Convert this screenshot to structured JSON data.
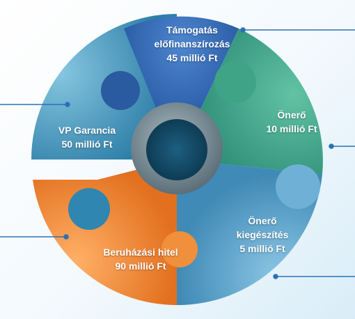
{
  "segments": [
    {
      "id": "tamogatas",
      "line1": "Támogatás",
      "line2": "előfinanszírozás",
      "line3": "45 millió Ft",
      "color": "#2a5ea8"
    },
    {
      "id": "onero",
      "line1": "Önerő",
      "line2": "10 millió Ft",
      "color": "#3f9f86"
    },
    {
      "id": "onero-kiegeszites",
      "line1": "Önerő",
      "line2": "kiegészítés",
      "line3": "5 millió Ft",
      "color": "#4f97c0"
    },
    {
      "id": "beruhazasi-hitel",
      "line1": "Beruházási hitel",
      "line2": "90 millió Ft",
      "color": "#ee8a3c"
    },
    {
      "id": "vp-garancia",
      "line1": "VP Garancia",
      "line2": "50 millió Ft",
      "color": "#3b90b7"
    }
  ]
}
